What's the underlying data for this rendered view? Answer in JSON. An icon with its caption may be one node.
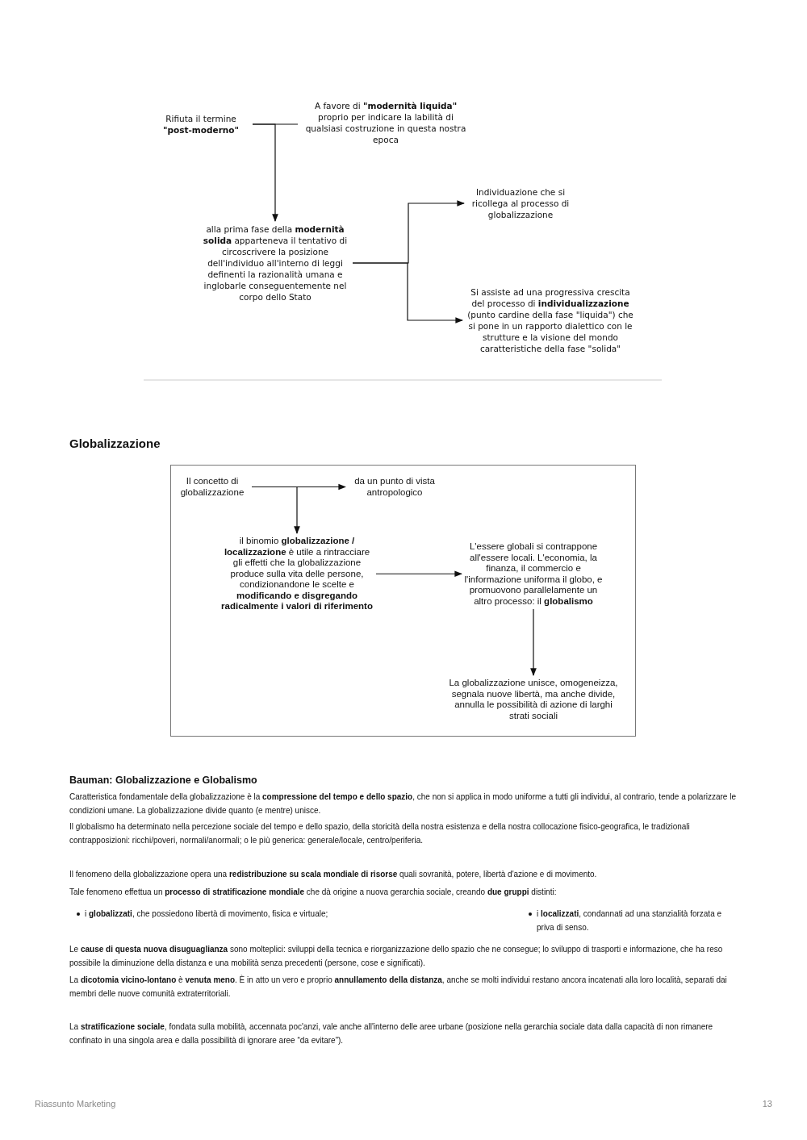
{
  "diagram": {
    "nodes": [
      {
        "text": [
          "Rifiuta il termine **\"post-moderno\"**"
        ]
      },
      {
        "text": [
          "A favore di **\"modernità liquida\"** proprio per indicare la labilità di qualsiasi costruzione in questa nostra epoca"
        ]
      },
      {
        "text": [
          "alla prima fase della **modernità solida** apparteneva il tentativo di circoscrivere la posizione dell'individuo all'interno di leggi definenti la razionalità umana e inglobarle conseguentemente nel corpo dello Stato"
        ]
      },
      {
        "text": [
          "Individuazione che si ricollega al processo di globalizzazione"
        ]
      },
      {
        "text": [
          "Si assiste ad una progressiva crescita del processo di **individualizzazione** (punto cardine della fase \"liquida\") che si pone in un rapporto dialettico con le strutture e la visione del mondo caratteristiche della fase \"solida\""
        ]
      },
      {
        "text": [],
        "shape": "box"
      },
      {
        "text": [
          "Il concetto di globalizzazione"
        ],
        "in": 5
      },
      {
        "text": [
          "da un punto di vista antropologico"
        ],
        "in": 5
      },
      {
        "text": [
          "il binomio **globalizzazione / localizzazione** è utile a rintracciare gli effetti che la globalizzazione produce sulla vita delle persone, condizionandone le scelte e **modificando e disgregando radicalmente i valori di riferimento**"
        ],
        "in": 5
      },
      {
        "text": [
          "L'essere globali si contrappone all'essere locali. L'economia, la finanza, il commercio e l'informazione uniforma il globo, e promuovono parallelamente un altro processo: il **globalismo**"
        ],
        "in": 5
      },
      {
        "text": [
          "La globalizzazione unisce, omogeneizza, segnala nuove libertà, ma anche divide, annulla le possibilità di azione di larghi strati sociali"
        ],
        "in": 5
      }
    ],
    "edges": [
      {
        "from": 0,
        "to": 1,
        "arrow": "none"
      },
      {
        "from": 0,
        "to": 2,
        "arrow": "to"
      },
      {
        "from": 2,
        "to": 3,
        "arrow": "to"
      },
      {
        "from": 2,
        "to": 4,
        "arrow": "to"
      },
      {
        "from": 6,
        "to": 7,
        "arrow": "to"
      },
      {
        "from": 6,
        "to": 8,
        "arrow": "to"
      },
      {
        "from": 8,
        "to": 9,
        "arrow": "to"
      },
      {
        "from": 9,
        "to": 10,
        "arrow": "to"
      }
    ],
    "labels": [
      "Globalizzazione",
      "Bauman: Globalizzazione e Globalismo",
      "Caratteristica fondamentale della globalizzazione è la **compressione del tempo e dello spazio**, che non si applica in modo uniforme a tutti gli individui, al contrario, tende a polarizzare le condizioni umane. La globalizzazione divide quanto (e mentre) unisce.",
      "Il globalismo ha determinato nella percezione sociale del tempo e dello spazio, della storicità della nostra esistenza e della nostra collocazione fisico-geografica, le tradizionali contrapposizioni: ricchi/poveri, normali/anormali; o le più generica: generale/locale, centro/periferia.",
      "Il fenomeno della globalizzazione opera una **redistribuzione su scala mondiale di risorse** quali sovranità, potere, libertà d'azione e di movimento.",
      "Tale fenomeno effettua un **processo di stratificazione mondiale** che dà origine a nuova gerarchia sociale, creando **due gruppi** distinti:",
      "i **globalizzati**, che possiedono libertà di movimento, fisica e virtuale;",
      "i **localizzati**, condannati ad una stanzialità forzata e priva di senso.",
      "Le **cause di questa nuova disuguaglianza** sono molteplici: sviluppi della tecnica e riorganizzazione dello spazio che ne consegue; lo sviluppo di trasporti e informazione, che ha reso possibile la diminuzione della distanza e una mobilità senza precedenti (persone, cose e significati).",
      "La **dicotomia vicino-lontano** è **venuta meno**. È in atto un vero e proprio **annullamento della distanza**, anche se molti individui restano ancora incatenati alla loro località, separati dai membri delle nuove comunità extraterritoriali.",
      "La **stratificazione sociale**, fondata sulla mobilità, accennata poc'anzi, vale anche all'interno delle aree urbane (posizione nella gerarchia sociale data dalla capacità di non rimanere confinato in una singola area e dalla possibilità di ignorare aree “da evitare”).",
      "Riassunto Marketing",
      "13"
    ]
  }
}
